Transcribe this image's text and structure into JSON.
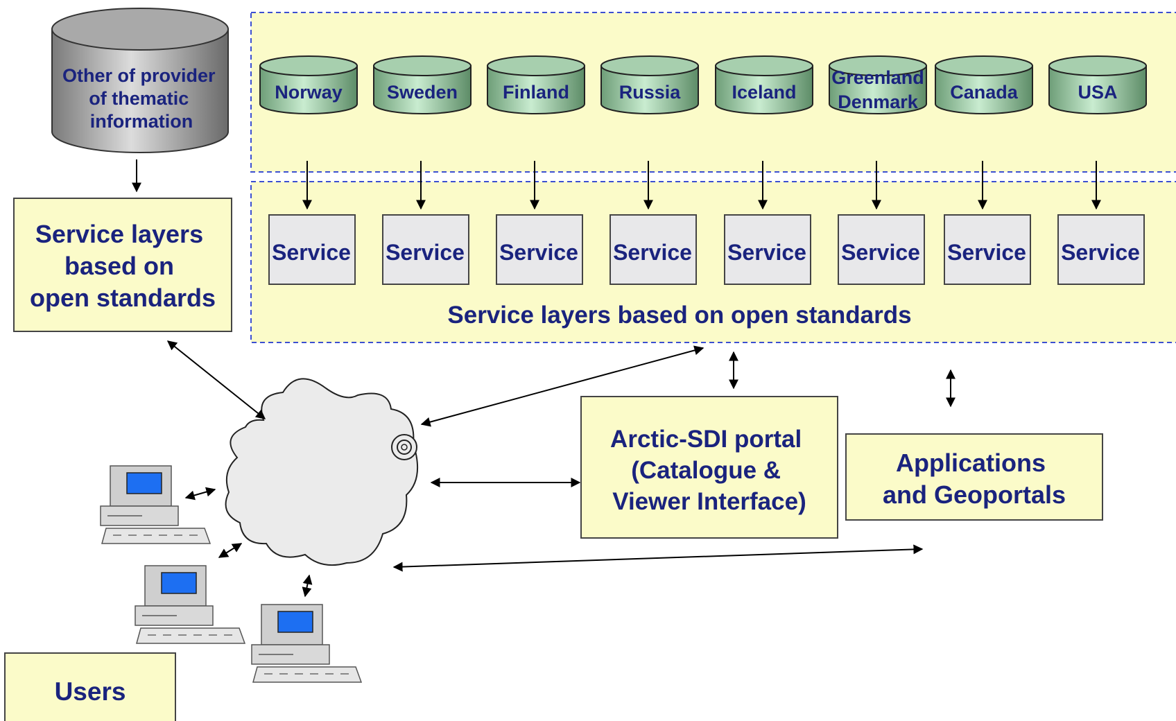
{
  "provider_db": {
    "lines": [
      "Other of  provider",
      "of thematic",
      "information"
    ]
  },
  "left_service_box": {
    "lines": [
      "Service layers",
      "based on",
      "open standards"
    ]
  },
  "countries": [
    "Norway",
    "Sweden",
    "Finland",
    "Russia",
    "Iceland",
    "Greenland Denmark",
    "Canada",
    "USA"
  ],
  "service_label": "Service",
  "services_caption": "Service layers based on open standards",
  "portal": {
    "lines": [
      "Arctic-SDI portal",
      "(Catalogue &",
      "Viewer Interface)"
    ]
  },
  "applications": {
    "lines": [
      "Applications",
      "and Geoportals"
    ]
  },
  "users_label": "Users",
  "colors": {
    "box_fill": "#fbfbc9",
    "text": "#1a237e",
    "dash_border": "#3b4fd1",
    "country_db": "#8fbf97",
    "provider_db": "#8a8a8a"
  }
}
